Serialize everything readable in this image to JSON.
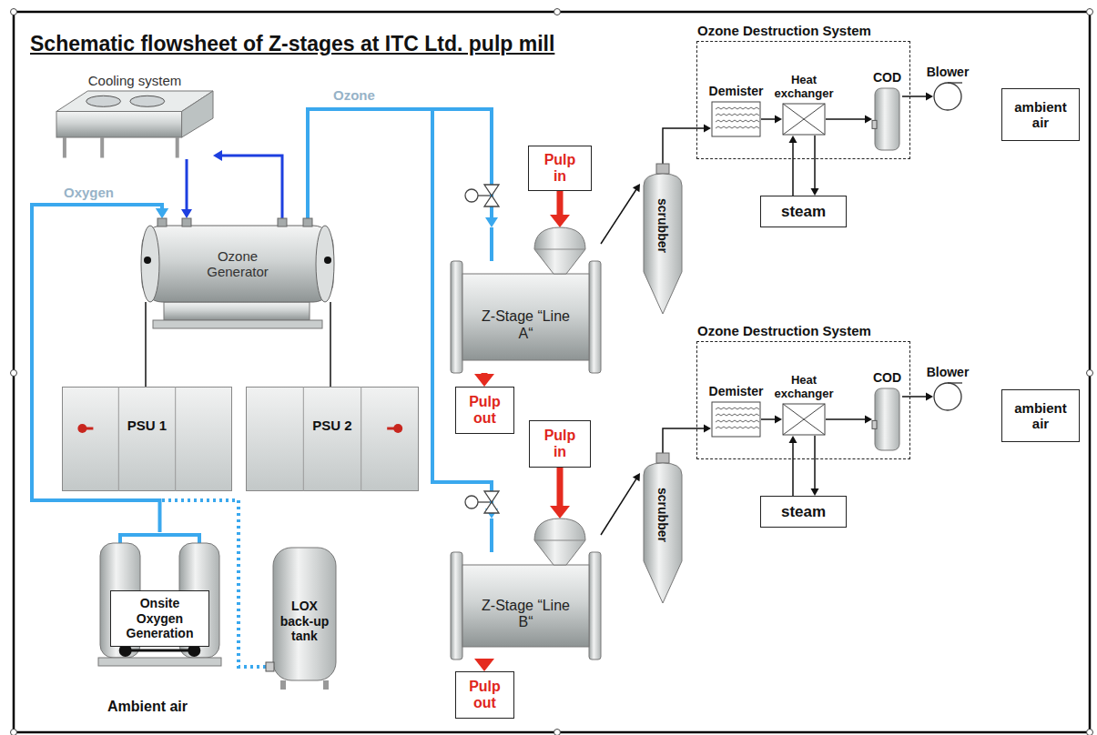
{
  "diagram": {
    "title": "Schematic flowsheet of Z-stages at ITC Ltd. pulp mill",
    "nodes": [
      {
        "text": [
          "Cooling system"
        ]
      },
      {
        "text": [
          "Ozone Generator"
        ]
      },
      {
        "text": [
          "Ozone Destruction System"
        ]
      },
      {
        "text": [
          "Demister"
        ],
        "in": 2
      },
      {
        "text": [
          "Heat exchanger"
        ],
        "in": 2
      },
      {
        "text": [
          "COD"
        ],
        "in": 2
      },
      {
        "text": [
          "Blower"
        ]
      },
      {
        "text": [
          "ambient air"
        ]
      },
      {
        "text": [
          "Pulp in"
        ]
      },
      {
        "text": [
          "Z-Stage “Line A“"
        ]
      },
      {
        "text": [
          "scrubber"
        ]
      },
      {
        "text": [
          "steam"
        ]
      },
      {
        "text": [
          "Pulp out"
        ]
      },
      {
        "text": [
          "PSU 1"
        ]
      },
      {
        "text": [
          "PSU 2"
        ]
      },
      {
        "text": [
          "Ozone Destruction System"
        ]
      },
      {
        "text": [
          "Demister"
        ],
        "in": 15
      },
      {
        "text": [
          "Heat exchanger"
        ],
        "in": 15
      },
      {
        "text": [
          "COD"
        ],
        "in": 15
      },
      {
        "text": [
          "Blower"
        ]
      },
      {
        "text": [
          "ambient air"
        ]
      },
      {
        "text": [
          "Pulp in"
        ]
      },
      {
        "text": [
          "Z-Stage “Line B“"
        ]
      },
      {
        "text": [
          "scrubber"
        ]
      },
      {
        "text": [
          "steam"
        ]
      },
      {
        "text": [
          "Pulp out"
        ]
      },
      {
        "text": [
          "Onsite Oxygen Generation"
        ]
      },
      {
        "text": [
          "LOX back-up tank"
        ]
      }
    ],
    "edges": [
      {
        "from": 26,
        "to": 1,
        "arrow": "to",
        "label": "Oxygen"
      },
      {
        "from": 27,
        "to": 1,
        "arrow": "to"
      },
      {
        "from": 0,
        "to": 1,
        "arrow": "to"
      },
      {
        "from": 1,
        "to": 0,
        "arrow": "to"
      },
      {
        "from": 1,
        "to": 9,
        "arrow": "to",
        "label": "Ozone"
      },
      {
        "from": 1,
        "to": 22,
        "arrow": "to"
      },
      {
        "from": 13,
        "to": 1,
        "arrow": "none"
      },
      {
        "from": 14,
        "to": 1,
        "arrow": "none"
      },
      {
        "from": 8,
        "to": 9,
        "arrow": "to"
      },
      {
        "from": 9,
        "to": 12,
        "arrow": "to"
      },
      {
        "from": 9,
        "to": 10,
        "arrow": "to"
      },
      {
        "from": 10,
        "to": 3,
        "arrow": "to"
      },
      {
        "from": 3,
        "to": 4,
        "arrow": "to"
      },
      {
        "from": 4,
        "to": 5,
        "arrow": "to"
      },
      {
        "from": 5,
        "to": 6,
        "arrow": "to"
      },
      {
        "from": 11,
        "to": 4,
        "arrow": "to"
      },
      {
        "from": 4,
        "to": 11,
        "arrow": "to"
      },
      {
        "from": 21,
        "to": 22,
        "arrow": "to"
      },
      {
        "from": 22,
        "to": 25,
        "arrow": "to"
      },
      {
        "from": 22,
        "to": 23,
        "arrow": "to"
      },
      {
        "from": 23,
        "to": 16,
        "arrow": "to"
      },
      {
        "from": 16,
        "to": 17,
        "arrow": "to"
      },
      {
        "from": 17,
        "to": 18,
        "arrow": "to"
      },
      {
        "from": 18,
        "to": 19,
        "arrow": "to"
      },
      {
        "from": 24,
        "to": 17,
        "arrow": "to"
      },
      {
        "from": 17,
        "to": 24,
        "arrow": "to"
      }
    ],
    "labels": [
      "Ambient air"
    ]
  }
}
